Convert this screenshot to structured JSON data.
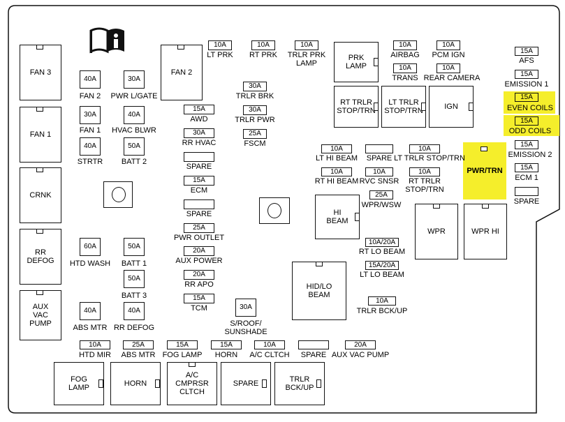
{
  "fuse_box": {
    "relays": {
      "fan3": "FAN 3",
      "fan2": "FAN 2",
      "fan1": "FAN 1",
      "crnk": "CRNK",
      "rr_defog": "RR\nDEFOG",
      "aux_vac_pump": "AUX\nVAC\nPUMP",
      "prk_lamp": "PRK\nLAMP",
      "rt_trlr_stop": "RT TRLR\nSTOP/TRN",
      "lt_trlr_stop": "LT TRLR\nSTOP/TRN",
      "ign": "IGN",
      "pwr_trn": "PWR/TRN",
      "hi_beam": "HI\nBEAM",
      "wpr": "WPR",
      "wpr_hi": "WPR HI",
      "hid_lo_beam": "HID/LO\nBEAM",
      "fog_lamp": "FOG\nLAMP",
      "horn": "HORN",
      "ac_cmprsr": "A/C\nCMPRSR\nCLTCH",
      "spare": "SPARE",
      "trlr_bckup": "TRLR\nBCK/UP"
    },
    "fuses": {
      "fan2_rating": "40A",
      "fan2_label": "FAN 2",
      "pwr_lgate_rating": "30A",
      "pwr_lgate_label": "PWR L/GATE",
      "fan1_rating": "30A",
      "fan1_label": "FAN 1",
      "hvac_blwr_rating": "40A",
      "hvac_blwr_label": "HVAC BLWR",
      "strtr_rating": "40A",
      "strtr_label": "STRTR",
      "batt2_rating": "50A",
      "batt2_label": "BATT 2",
      "htd_wash_rating": "60A",
      "htd_wash_label": "HTD WASH",
      "batt1_rating": "50A",
      "batt1_label": "BATT 1",
      "batt3_rating": "50A",
      "batt3_label": "BATT 3",
      "abs_mtr_rating": "40A",
      "abs_mtr_label": "ABS MTR",
      "rr_defog_rating": "40A",
      "rr_defog_label": "RR DEFOG",
      "lt_prk_rating": "10A",
      "lt_prk_label": "LT PRK",
      "rt_prk_rating": "10A",
      "rt_prk_label": "RT PRK",
      "trlr_prk_rating": "10A",
      "trlr_prk_label": "TRLR PRK\nLAMP",
      "airbag_rating": "10A",
      "airbag_label": "AIRBAG",
      "pcm_ign_rating": "10A",
      "pcm_ign_label": "PCM IGN",
      "trans_rating": "10A",
      "trans_label": "TRANS",
      "rear_camera_rating": "10A",
      "rear_camera_label": "REAR CAMERA",
      "trlr_brk_rating": "30A",
      "trlr_brk_label": "TRLR BRK",
      "trlr_pwr_rating": "30A",
      "trlr_pwr_label": "TRLR PWR",
      "fscm_rating": "25A",
      "fscm_label": "FSCM",
      "awd_rating": "15A",
      "awd_label": "AWD",
      "rr_hvac_rating": "30A",
      "rr_hvac_label": "RR HVAC",
      "spare1_label": "SPARE",
      "ecm_rating": "15A",
      "ecm_label": "ECM",
      "spare2_label": "SPARE",
      "pwr_outlet_rating": "25A",
      "pwr_outlet_label": "PWR OUTLET",
      "aux_power_rating": "20A",
      "aux_power_label": "AUX POWER",
      "rr_apo_rating": "20A",
      "rr_apo_label": "RR APO",
      "tcm_rating": "15A",
      "tcm_label": "TCM",
      "sroof_rating": "30A",
      "sroof_label": "S/ROOF/\nSUNSHADE",
      "afs_rating": "15A",
      "afs_label": "AFS",
      "emission1_rating": "15A",
      "emission1_label": "EMISSION 1",
      "even_coils_rating": "15A",
      "even_coils_label": "EVEN COILS",
      "odd_coils_rating": "15A",
      "odd_coils_label": "ODD COILS",
      "emission2_rating": "15A",
      "emission2_label": "EMISSION 2",
      "ecm1_rating": "15A",
      "ecm1_label": "ECM 1",
      "spare_right_label": "SPARE",
      "lt_hi_beam_rating": "10A",
      "lt_hi_beam_label": "LT HI BEAM",
      "spare_mid_label": "SPARE",
      "lt_trlr_stop_rating": "10A",
      "lt_trlr_stop_label": "LT TRLR STOP/TRN",
      "rt_hi_beam_rating": "10A",
      "rt_hi_beam_label": "RT HI BEAM",
      "rvc_snsr_rating": "10A",
      "rvc_snsr_label": "RVC SNSR",
      "rt_trlr_stop_rating": "10A",
      "rt_trlr_stop_label": "RT TRLR\nSTOP/TRN",
      "wpr_wsw_rating": "25A",
      "wpr_wsw_label": "WPR/WSW",
      "rt_lo_beam_rating": "10A/20A",
      "rt_lo_beam_label": "RT LO BEAM",
      "lt_lo_beam_rating": "15A/20A",
      "lt_lo_beam_label": "LT LO BEAM",
      "trlr_bckup_rating": "10A",
      "trlr_bckup_label": "TRLR BCK/UP",
      "htd_mir_rating": "10A",
      "htd_mir_label": "HTD MIR",
      "abs_mtr2_rating": "25A",
      "abs_mtr2_label": "ABS MTR",
      "fog_lamp_rating": "15A",
      "fog_lamp_label": "FOG LAMP",
      "horn_rating": "15A",
      "horn_label": "HORN",
      "ac_cltch_rating": "10A",
      "ac_cltch_label": "A/C CLTCH",
      "spare_bottom_label": "SPARE",
      "aux_vac_pump_rating": "20A",
      "aux_vac_pump_label": "AUX VAC PUMP"
    },
    "highlight_color": "#f5ee2b",
    "manual_icon": "book-info-icon"
  }
}
